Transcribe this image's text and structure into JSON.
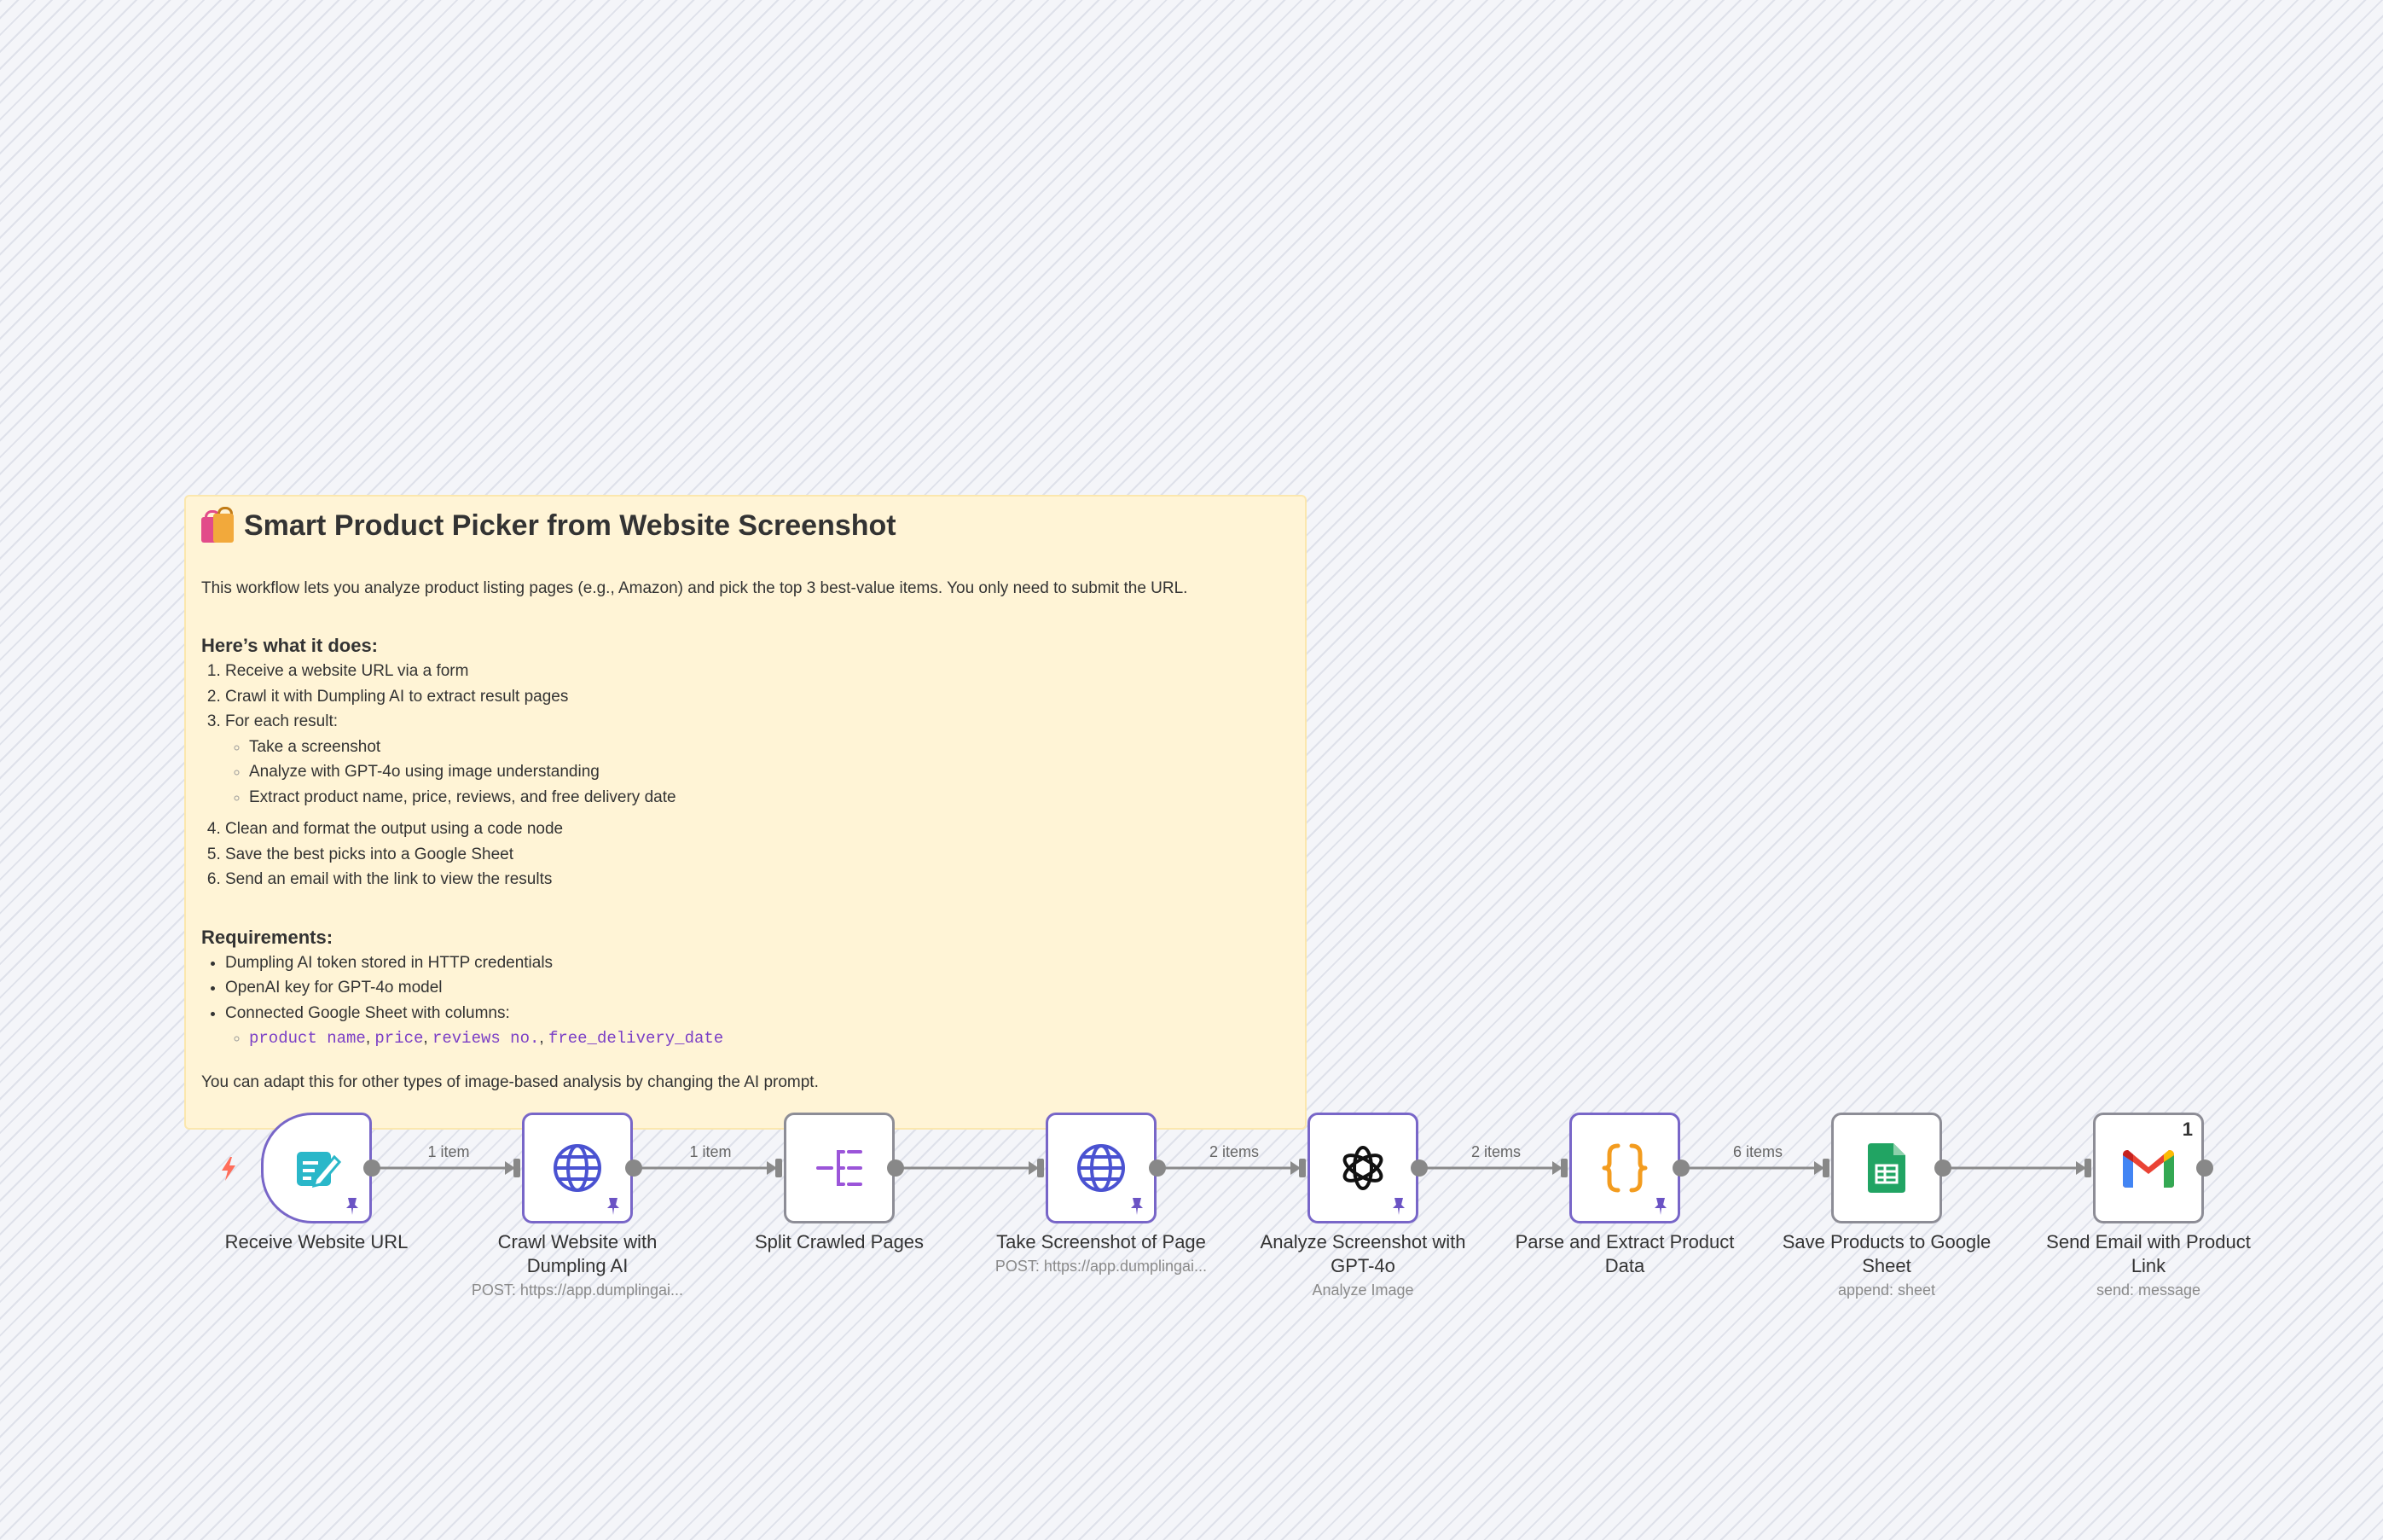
{
  "sticky": {
    "title": "Smart Product Picker from Website Screenshot",
    "title_icon": "shopping-bags-icon",
    "intro": "This workflow lets you analyze product listing pages (e.g., Amazon) and pick the top 3 best-value items. You only need to submit the URL.",
    "what_heading": "Here’s what it does:",
    "steps": [
      "Receive a website URL via a form",
      "Crawl it with Dumpling AI to extract result pages",
      "For each result:",
      "Clean and format the output using a code node",
      "Save the best picks into a Google Sheet",
      "Send an email with the link to view the results"
    ],
    "substeps": [
      "Take a screenshot",
      "Analyze with GPT-4o using image understanding",
      "Extract product name, price, reviews, and free delivery date"
    ],
    "req_heading": "Requirements:",
    "requirements": [
      "Dumpling AI token stored in HTTP credentials",
      "OpenAI key for GPT-4o model",
      "Connected Google Sheet with columns:"
    ],
    "columns": [
      "product name",
      "price",
      "reviews no.",
      "free_delivery_date"
    ],
    "outro": "You can adapt this for other types of image-based analysis by changing the AI prompt."
  },
  "nodes": [
    {
      "title": "Receive Website URL",
      "subtitle": "",
      "icon": "form-edit-icon",
      "pinned": true
    },
    {
      "title": "Crawl Website with Dumpling AI",
      "subtitle": "POST: https://app.dumplingai...",
      "icon": "globe-icon",
      "pinned": true
    },
    {
      "title": "Split Crawled Pages",
      "subtitle": "",
      "icon": "split-out-icon",
      "pinned": false
    },
    {
      "title": "Take Screenshot of Page",
      "subtitle": "POST: https://app.dumplingai...",
      "icon": "globe-icon",
      "pinned": true
    },
    {
      "title": "Analyze Screenshot with GPT-4o",
      "subtitle": "Analyze Image",
      "icon": "openai-icon",
      "pinned": true
    },
    {
      "title": "Parse and Extract Product Data",
      "subtitle": "",
      "icon": "code-braces-icon",
      "pinned": true
    },
    {
      "title": "Save Products to Google Sheet",
      "subtitle": "append: sheet",
      "icon": "google-sheets-icon",
      "pinned": false
    },
    {
      "title": "Send Email with Product Link",
      "subtitle": "send: message",
      "icon": "gmail-icon",
      "pinned": false,
      "badge": "1"
    }
  ],
  "connections": [
    {
      "label": "1 item"
    },
    {
      "label": "1 item"
    },
    {
      "label": ""
    },
    {
      "label": "2 items"
    },
    {
      "label": "2 items"
    },
    {
      "label": "6 items"
    },
    {
      "label": ""
    }
  ],
  "colors": {
    "node_border_active": "#7866c8",
    "node_border_idle": "#8d8d96",
    "sticky_bg": "#fff4d6",
    "trigger_bolt": "#ff6d5a",
    "pin": "#6b53c4"
  }
}
